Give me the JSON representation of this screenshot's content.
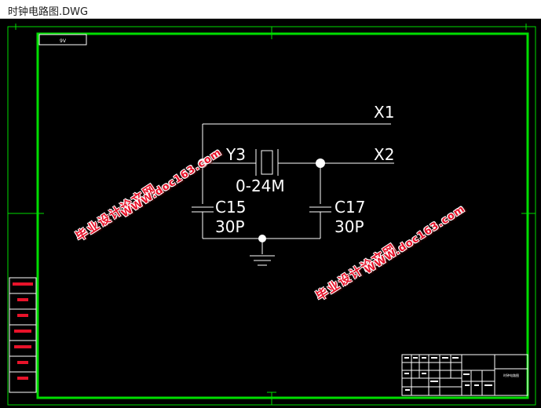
{
  "window": {
    "title": "时钟电路图.DWG"
  },
  "drawing": {
    "corner_tag": "9V",
    "circuit": {
      "x1_label": "X1",
      "x2_label": "X2",
      "crystal_ref": "Y3",
      "crystal_value": "0-24M",
      "cap_left_ref": "C15",
      "cap_left_value": "30P",
      "cap_right_ref": "C17",
      "cap_right_value": "30P"
    },
    "title_block": {
      "drawing_name": "时钟电路图"
    }
  },
  "watermarks": {
    "cn_text": "毕业设计论文网",
    "url_text": "WWW.doc163.com"
  },
  "colors": {
    "frame": "#00dd00",
    "line": "#ffffff",
    "background": "#000000",
    "watermark": "#e8132a"
  }
}
